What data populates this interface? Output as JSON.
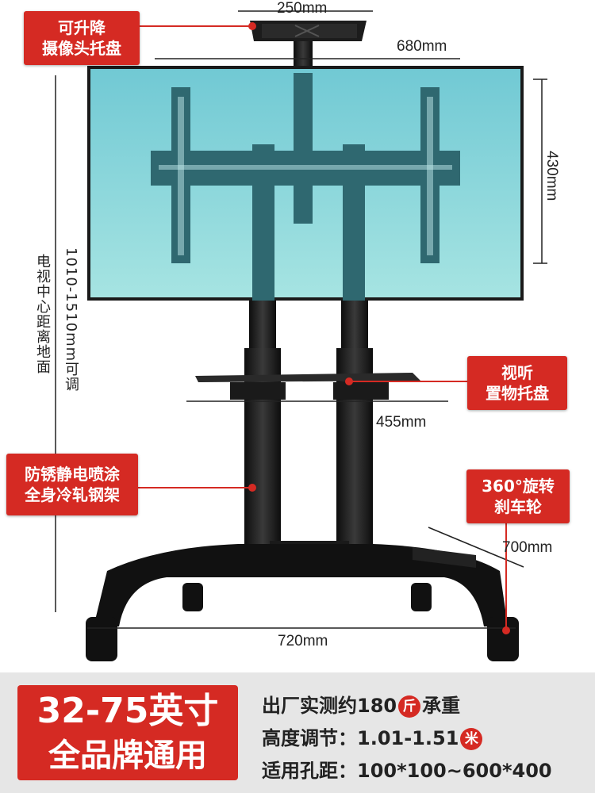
{
  "dimensions": {
    "camera_tray_width": "250mm",
    "screen_width": "680mm",
    "screen_height": "430mm",
    "center_height": "1010-1510mm可调",
    "center_height_label": "电视中心距离地面",
    "shelf_width": "455mm",
    "base_depth": "700mm",
    "base_width": "720mm"
  },
  "callouts": {
    "camera_tray": [
      "可升降",
      "摄像头托盘"
    ],
    "av_shelf": [
      "视听",
      "置物托盘"
    ],
    "coating": [
      "防锈静电喷涂",
      "全身冷轧钢架"
    ],
    "wheels": [
      "360°旋转",
      "刹车轮"
    ]
  },
  "bottom": {
    "size_line1": "32-75英寸",
    "size_line2": "全品牌通用",
    "spec1_text": "出厂实测约180",
    "spec1_badge": "斤",
    "spec1_suffix": "承重",
    "spec2_text": "高度调节：1.01-1.51",
    "spec2_badge": "米",
    "spec3_text": "适用孔距：100*100~600*400"
  },
  "colors": {
    "accent_red": "#d52a23",
    "screen_teal": "#7fd3d8",
    "frame_black": "#1a1a1a"
  }
}
